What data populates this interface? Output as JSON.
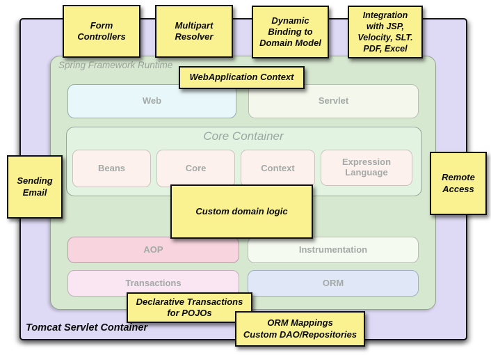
{
  "title": "Spring Framework runtime architecture diagram",
  "colors": {
    "note_bg": "#faf290",
    "tomcat_bg": "#ded9f4",
    "runtime_bg": "#d7e8d0",
    "core_container_bg": "#e2f3e1",
    "web_bg": "#e8f7fa",
    "servlet_bg": "#f4f8ec",
    "inner_module_bg": "#fdf1ed",
    "aop_bg": "#f8d4df",
    "instrumentation_bg": "#f5faf0",
    "transactions_bg": "#fae6f3",
    "orm_bg": "#e0e8f8",
    "label_gray": "#9aa29a"
  },
  "containers": {
    "tomcat": {
      "label": "Tomcat Servlet Container"
    },
    "runtime": {
      "label": "Spring Framework Runtime"
    },
    "core": {
      "title": "Core Container"
    }
  },
  "modules": {
    "web": "Web",
    "servlet": "Servlet",
    "beans": "Beans",
    "core": "Core",
    "context": "Context",
    "expression_language": "Expression Language",
    "aop": "AOP",
    "instrumentation": "Instrumentation",
    "transactions": "Transactions",
    "orm": "ORM"
  },
  "notes": {
    "form_controllers": "Form\nControllers",
    "multipart_resolver": "Multipart\nResolver",
    "dynamic_binding": "Dynamic\nBinding to\nDomain Model",
    "integration": "Integration\nwith JSP,\nVelocity, SLT.\nPDF, Excel",
    "webapplication_context": "WebApplication Context",
    "sending_email": "Sending\nEmail",
    "remote_access": "Remote\nAccess",
    "custom_domain_logic": "Custom domain logic",
    "declarative_transactions": "Declarative Transactions\nfor POJOs",
    "orm_mappings": "ORM Mappings\nCustom DAO/Repositories"
  }
}
